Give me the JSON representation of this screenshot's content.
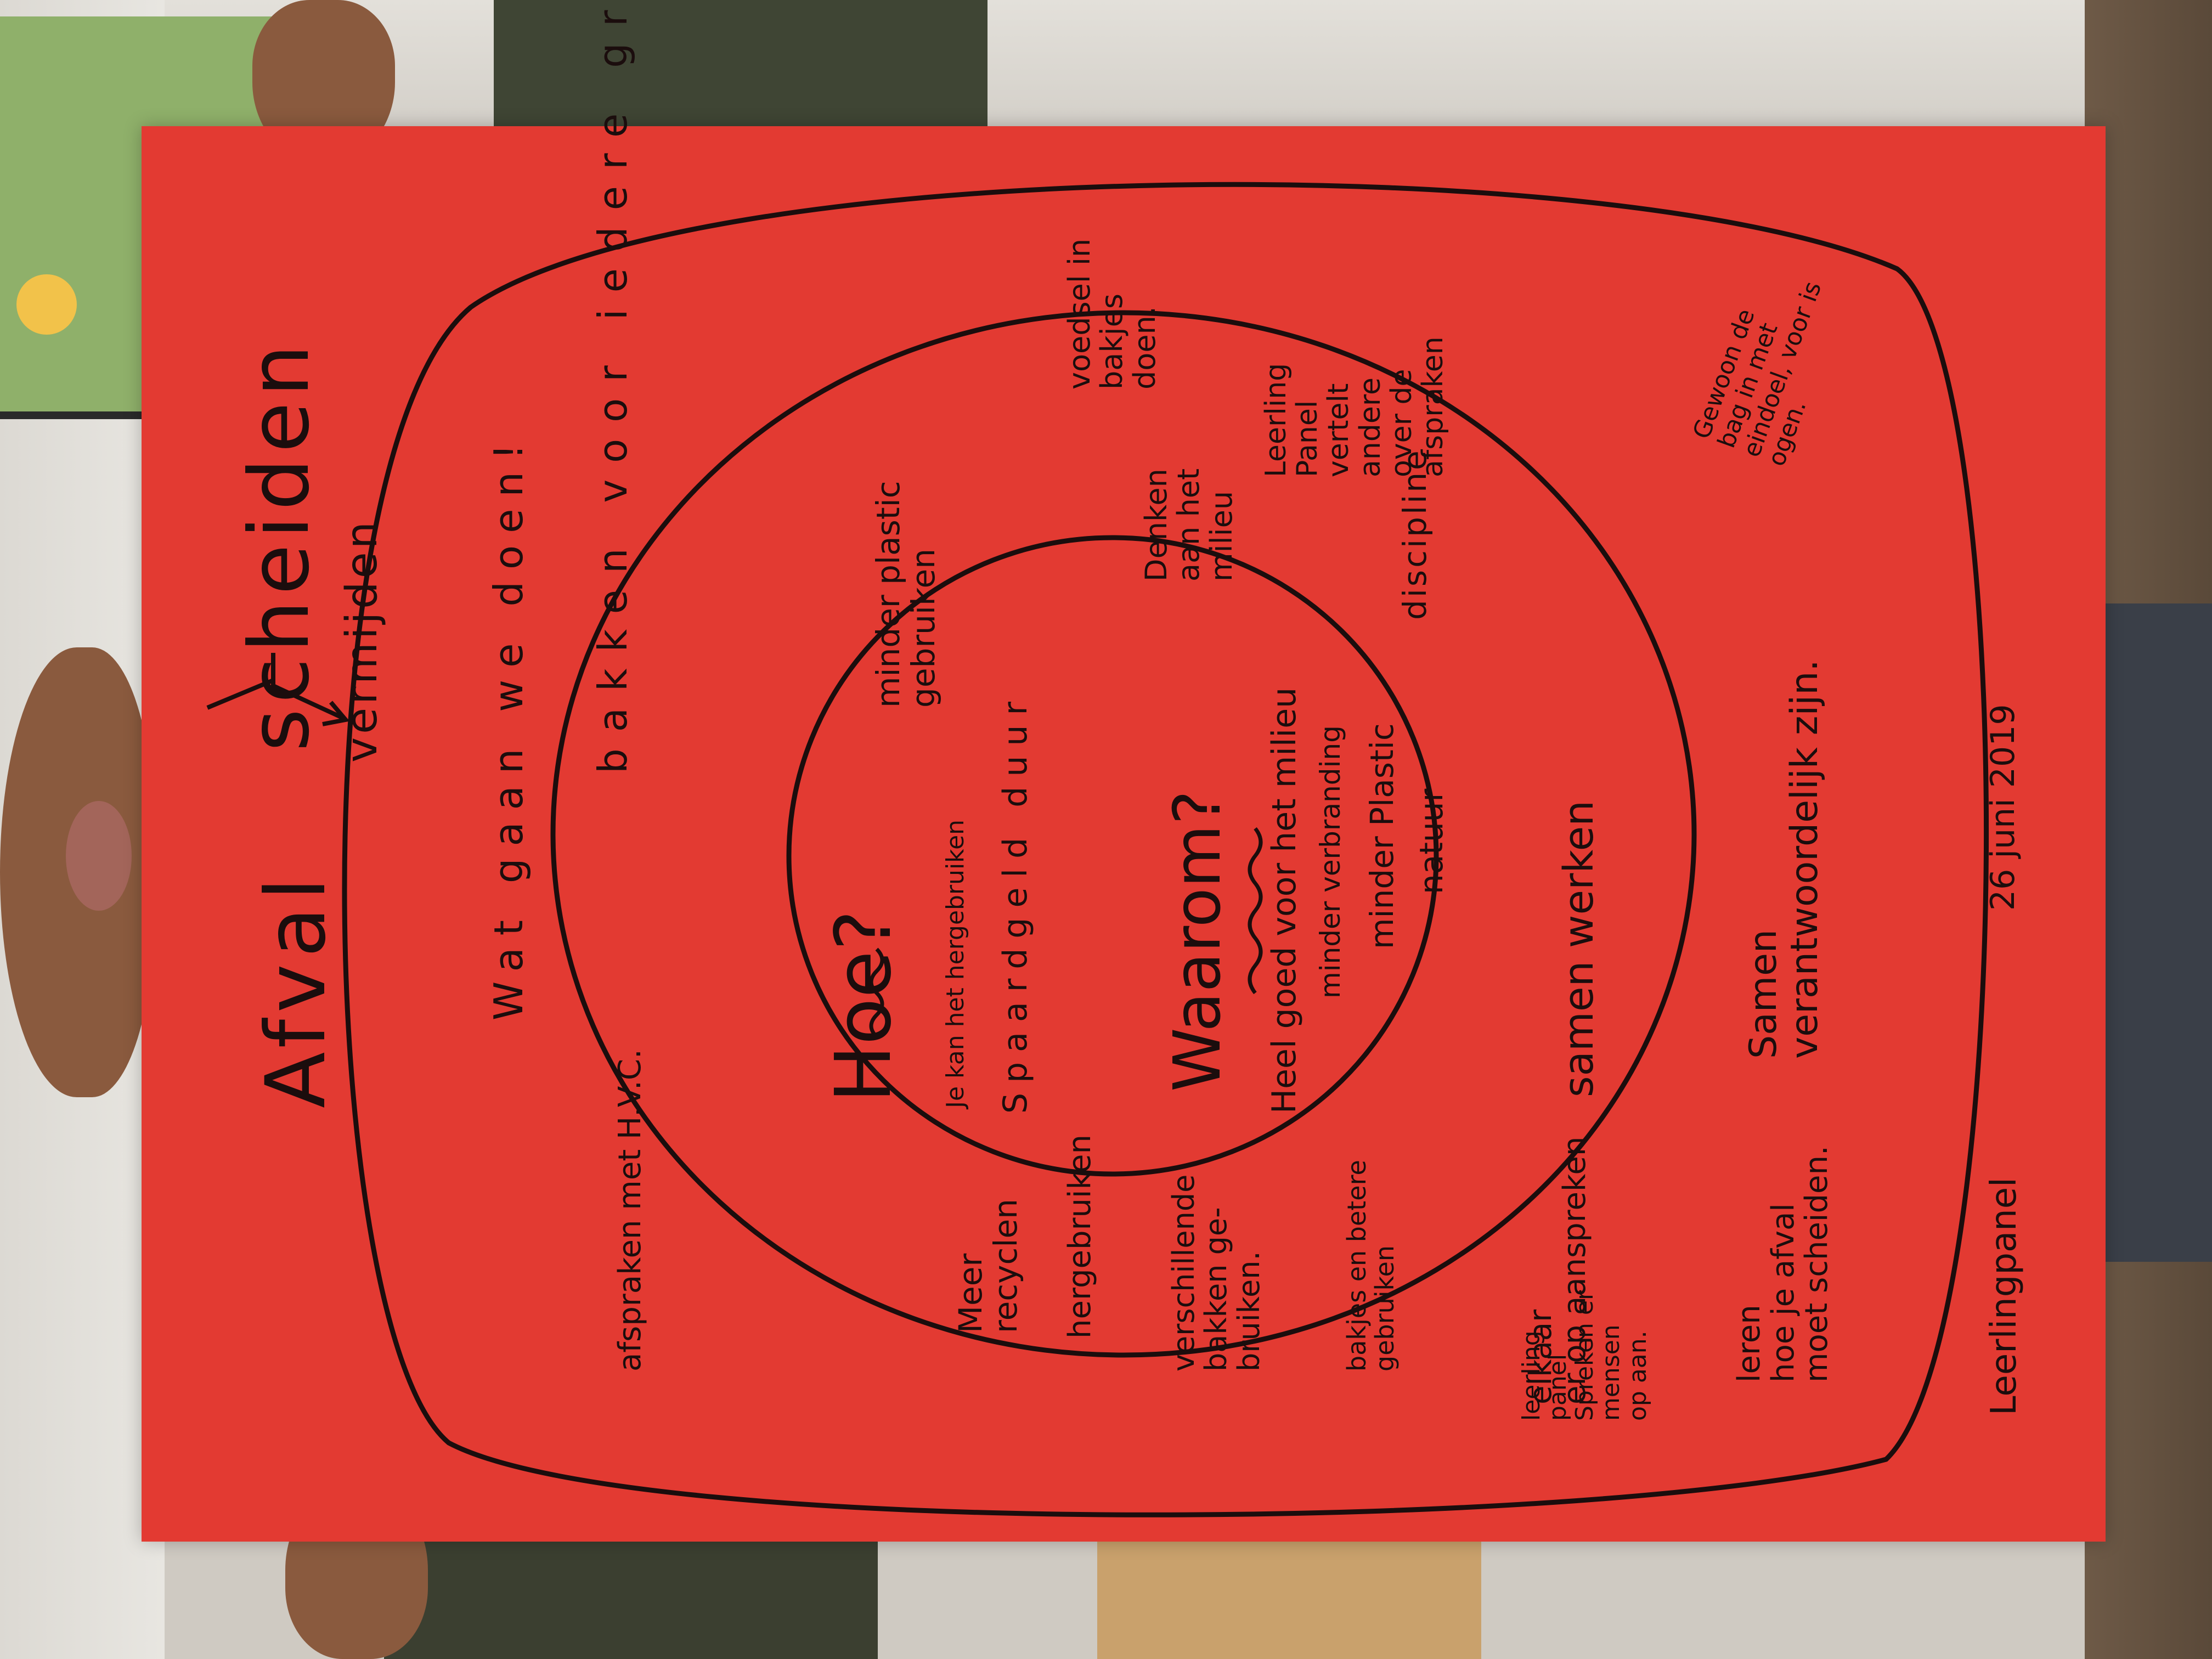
{
  "poster": {
    "title_word_1": "Afval",
    "title_word_2": "scheiden",
    "title_branch": "vermijden",
    "outer_ring_text": "bakken voor iedere groep",
    "outer_ring_question": "Wat gaan we doen!",
    "agreement_hvc": "afspraken met H.V.C.",
    "food_boxes": [
      "voedsel in",
      "bakjes",
      "doen."
    ],
    "pupil_panel_agreements": [
      "Leerling",
      "Panel",
      "vertelt",
      "andere",
      "over de",
      "afspraken"
    ],
    "reusable_bags": [
      "Gewoon de",
      "bag in met",
      "eindoel, voor is",
      "ogen."
    ],
    "pupil_panel_speaks": [
      "leerling",
      "panel",
      "Spreken er",
      "mensen",
      "op aan."
    ],
    "signature": "Leerlingpanel",
    "date": "26 juni 2019",
    "how_question": "Hoe?",
    "why_question": "Waarom?",
    "less_plastic": [
      "minder plastic",
      "gebruiken"
    ],
    "more_recycle": [
      "Meer",
      "recyclen"
    ],
    "reuse": "hergebruiken",
    "different_bins": [
      "verschillende",
      "bakken ge-",
      "bruiken."
    ],
    "better_boxes": [
      "bakjes en betere",
      "gebruiken"
    ],
    "think_environment": [
      "Denken",
      "aan het",
      "milieu"
    ],
    "discipline": "discipline",
    "hold_accountable": [
      "elkaar",
      "er op aanspreken"
    ],
    "learn_separate": [
      "leren",
      "hoe je afval",
      "moet scheiden."
    ],
    "work_together": "samen werken",
    "responsible": [
      "Samen",
      "verantwoordelijk zijn."
    ],
    "inner_reuse": "Je kan het hergebruiken",
    "inner_saving": "Spaardgeld duur",
    "inner_good": "Heel goed voor het milieu",
    "inner_less_burning": "minder verbranding",
    "inner_less_plastic": "minder Plastic",
    "inner_nature": "natuur",
    "colors": {
      "poster": "#e33a32",
      "ink": "#1b0d0d"
    }
  }
}
